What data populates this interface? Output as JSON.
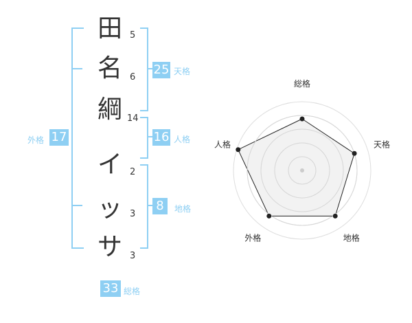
{
  "name": {
    "chars": [
      "田",
      "名",
      "綱",
      "イ",
      "ッ",
      "サ"
    ],
    "strokes": [
      "5",
      "6",
      "14",
      "2",
      "3",
      "3"
    ]
  },
  "fortunes": {
    "ten": {
      "value": "25",
      "label": "天格"
    },
    "jin": {
      "value": "16",
      "label": "人格"
    },
    "chi": {
      "value": "8",
      "label": "地格"
    },
    "gai": {
      "value": "17",
      "label": "外格"
    },
    "so": {
      "value": "33",
      "label": "総格"
    }
  },
  "colors": {
    "accent": "#8ecff3",
    "text": "#333333",
    "radar_fill": "#eeeeee"
  },
  "chart_data": {
    "type": "radar",
    "categories": [
      "総格",
      "天格",
      "地格",
      "外格",
      "人格"
    ],
    "values": [
      0.75,
      0.8,
      0.82,
      0.82,
      0.98
    ],
    "grid": true
  }
}
